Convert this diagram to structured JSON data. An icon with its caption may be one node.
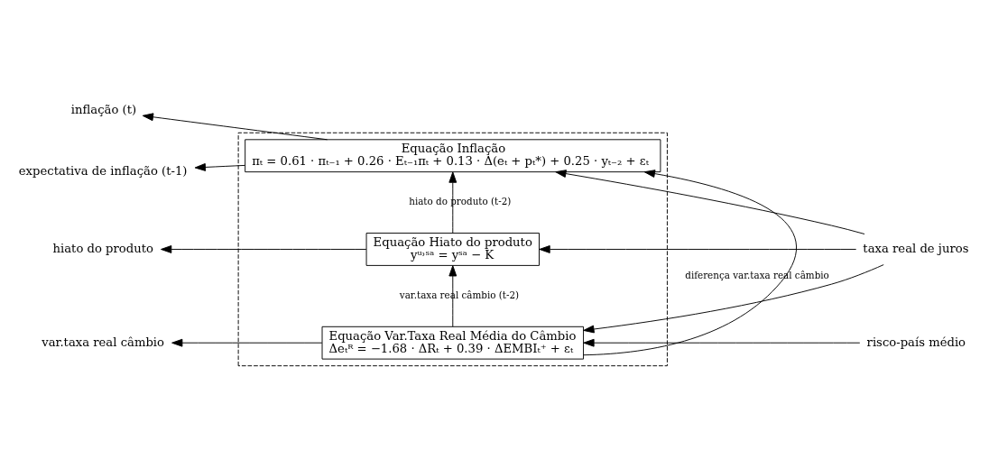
{
  "diagram": {
    "nodes": [
      {
        "text": [],
        "shape": "box"
      },
      {
        "text": [
          "Equação Hiato do produto",
          "yᵘ˒ˢᵃ = yˢᵃ − K"
        ],
        "in": 0
      },
      {
        "text": [
          "Equação Var.Taxa Real Média do Câmbio",
          "Δeₜᴿ = −1.68 · ΔRₜ + 0.39 · ΔEMBIₜ⁺ + εₜ"
        ],
        "in": 0
      },
      {
        "text": [
          "Equação Inflação",
          "πₜ = 0.61 · πₜ₋₁ + 0.26 · Eₜ₋₁πₜ + 0.13 · Δ(eₜ + pₜ*) + 0.25 · yₜ₋₂ + εₜ"
        ],
        "in": 0
      },
      {
        "text": [
          "hiato do produto"
        ]
      },
      {
        "text": [
          "var.taxa real câmbio"
        ]
      },
      {
        "text": [
          "inflação (t)"
        ]
      },
      {
        "text": [
          "expectativa de inflação (t-1)"
        ]
      },
      {
        "text": [
          "taxa real de juros"
        ]
      },
      {
        "text": [
          "risco-país médio"
        ]
      }
    ],
    "edges": [
      {
        "from": 1,
        "to": 4,
        "arrow": "to"
      },
      {
        "from": 2,
        "to": 5,
        "arrow": "to"
      },
      {
        "from": 3,
        "to": 6,
        "arrow": "to"
      },
      {
        "from": 3,
        "to": 7,
        "arrow": "to"
      },
      {
        "from": 2,
        "to": 1,
        "arrow": "to",
        "label": "var.taxa real câmbio (t-2)"
      },
      {
        "from": 2,
        "to": 3,
        "arrow": "to",
        "label": "diferença var.taxa real câmbio"
      },
      {
        "from": 1,
        "to": 3,
        "arrow": "to",
        "label": "hiato do produto (t-2)"
      },
      {
        "from": 8,
        "to": 1,
        "arrow": "to"
      },
      {
        "from": 9,
        "to": 2,
        "arrow": "to"
      },
      {
        "from": 8,
        "to": 2,
        "arrow": "to"
      },
      {
        "from": 8,
        "to": 3,
        "arrow": "to"
      }
    ]
  }
}
